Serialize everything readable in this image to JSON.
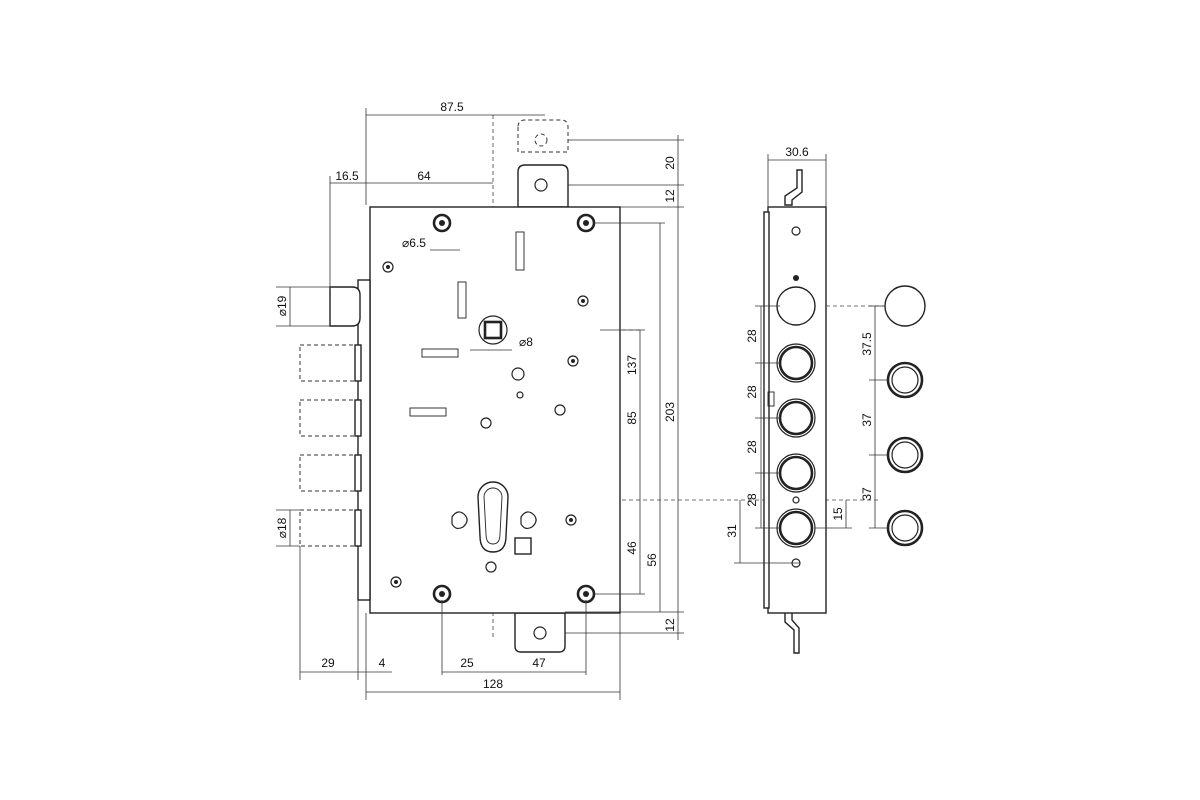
{
  "labels": {
    "d_87_5": "87.5",
    "d_16_5": "16.5",
    "d_64": "64",
    "d_20": "20",
    "d_12_top": "12",
    "d_phi6_5": "⌀6.5",
    "d_phi19": "⌀19",
    "d_sq8": "⌀8",
    "d_137": "137",
    "d_85": "85",
    "d_203": "203",
    "d_46": "46",
    "d_56": "56",
    "d_12_bottom": "12",
    "d_phi18": "⌀18",
    "d_29": "29",
    "d_4": "4",
    "d_25": "25",
    "d_47": "47",
    "d_128": "128",
    "d_30_6": "30.6",
    "d_28_a": "28",
    "d_28_b": "28",
    "d_28_c": "28",
    "d_28_d": "28",
    "d_31": "31",
    "d_15": "15",
    "d_37_5": "37.5",
    "d_37_a": "37",
    "d_37_b": "37"
  }
}
